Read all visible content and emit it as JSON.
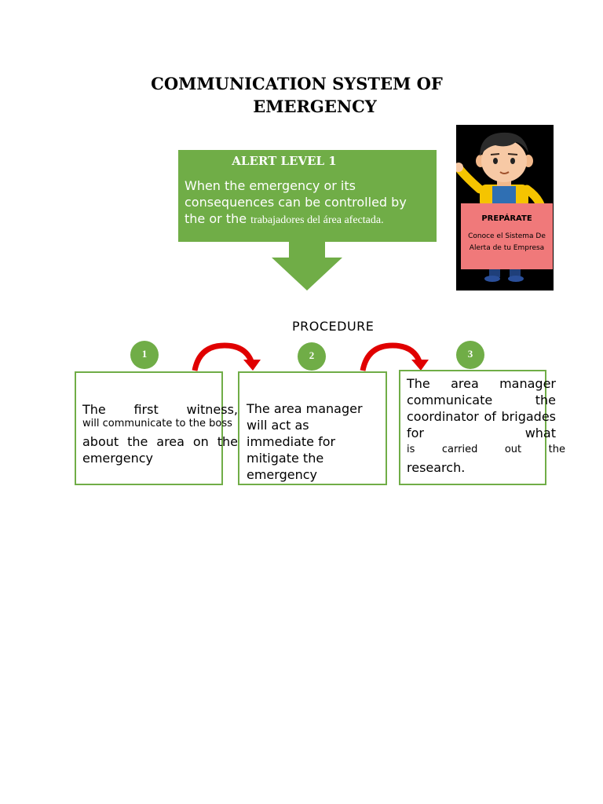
{
  "title": {
    "line1": "COMMUNICATION SYSTEM OF",
    "line2": "EMERGENCY"
  },
  "alert": {
    "heading": "ALERT LEVEL 1",
    "text_main": "When the emergency or its consequences can be controlled by the or the",
    "text_tail": "trabajadores del área afectada."
  },
  "poster": {
    "title": "PREPÁRATE",
    "line1": "Conoce el Sistema De",
    "line2": "Alerta de tu Empresa"
  },
  "procedure": {
    "label": "PROCEDURE",
    "steps": [
      {
        "number": "1",
        "line1": "The first witness,",
        "line2": "will communicate to the boss",
        "line3": "about the area on the",
        "line4": "emergency"
      },
      {
        "number": "2",
        "text": "The area manager will act as immediate for mitigate the emergency"
      },
      {
        "number": "3",
        "line1": "The area manager communicate the coordinator of brigades for what",
        "line2": "is carried out the",
        "line3": "research."
      }
    ]
  },
  "colors": {
    "accent_green": "#70ad47",
    "arrow_red": "#e00000",
    "poster_card": "#f0797a"
  }
}
